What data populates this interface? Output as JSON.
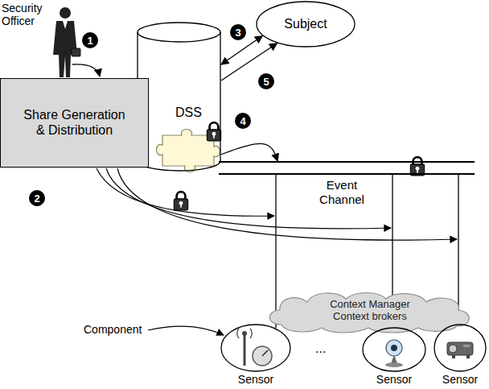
{
  "diagram": {
    "nodes": [
      {
        "text": [
          "Share Generation & Distribution"
        ]
      },
      {
        "text": [
          "DSS"
        ]
      },
      {
        "text": [
          "Subject"
        ]
      },
      {
        "text": [
          "Event Channel"
        ]
      },
      {
        "text": [
          "Context Manager Context brokers"
        ]
      },
      {
        "text": [
          "Sensor"
        ]
      },
      {
        "text": [
          "Sensor"
        ]
      },
      {
        "text": [
          "Sensor"
        ]
      }
    ],
    "edges": [
      {
        "from": 1,
        "to": 2,
        "arrow": "both"
      },
      {
        "from": 1,
        "to": 2,
        "arrow": "to"
      },
      {
        "from": 1,
        "to": 3,
        "arrow": "to"
      },
      {
        "from": 3,
        "to": 5,
        "arrow": "none"
      },
      {
        "from": 3,
        "to": 6,
        "arrow": "none"
      },
      {
        "from": 3,
        "to": 7,
        "arrow": "none"
      }
    ],
    "labels": [
      "Security Officer",
      "1",
      "2",
      "3",
      "4",
      "5",
      "Component",
      "..."
    ]
  }
}
